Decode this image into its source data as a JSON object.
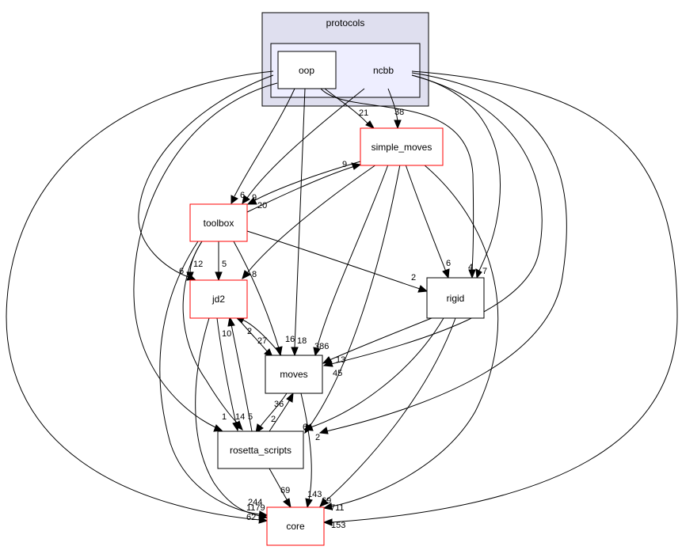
{
  "graph": {
    "cluster_outer": {
      "label": "protocols",
      "fill": "#dfdfef",
      "stroke": "#000000"
    },
    "cluster_inner": {
      "label": "ncbb",
      "fill": "#eeeeff",
      "stroke": "#000000"
    },
    "nodes": {
      "oop": {
        "label": "oop",
        "border": "#000000"
      },
      "simple_moves": {
        "label": "simple_moves",
        "border": "#ff0000"
      },
      "toolbox": {
        "label": "toolbox",
        "border": "#ff0000"
      },
      "jd2": {
        "label": "jd2",
        "border": "#ff0000"
      },
      "rigid": {
        "label": "rigid",
        "border": "#000000"
      },
      "moves": {
        "label": "moves",
        "border": "#000000"
      },
      "rosetta_scripts": {
        "label": "rosetta_scripts",
        "border": "#000000"
      },
      "core": {
        "label": "core",
        "border": "#ff0000"
      }
    },
    "edge_labels": {
      "ncbb_simple_moves_21": "21",
      "ncbb_simple_moves_38": "38",
      "simple_moves_toolbox_9": "9",
      "toolbox_simple_moves_20": "20",
      "to_toolbox_6": "6",
      "to_toolbox_9": "9",
      "toolbox_jd2_12": "12",
      "toolbox_jd2_5": "5",
      "to_jd2_8": "8",
      "ncbb_jd2_6": "6",
      "toolbox_rigid_2": "2",
      "simple_moves_rigid_6": "6",
      "ncbb_rigid_4": "4",
      "ncbb_rigid_7": "7",
      "jd2_moves_2": "2",
      "jd2_moves_27": "27",
      "oop_moves_16": "16",
      "ncbb_moves_18": "18",
      "simple_moves_moves_386": "386",
      "rigid_moves_13": "13",
      "ncbb_moves_45": "45",
      "jd2_rs_10": "10",
      "oop_rs_1": "1",
      "toolbox_rs_14": "14",
      "jd2_rs_5": "5",
      "moves_rs_36": "36",
      "rs_moves_2": "2",
      "rigid_rs_6": "6",
      "ncbb_rs_2": "2",
      "rs_core_69": "69",
      "moves_core_143": "143",
      "toolbox_core_244": "244",
      "jd2_core_1179": "1179",
      "oop_core_62": "62",
      "rigid_core_69": "69",
      "simple_moves_core_711": "711",
      "ncbb_core_153": "153"
    }
  }
}
